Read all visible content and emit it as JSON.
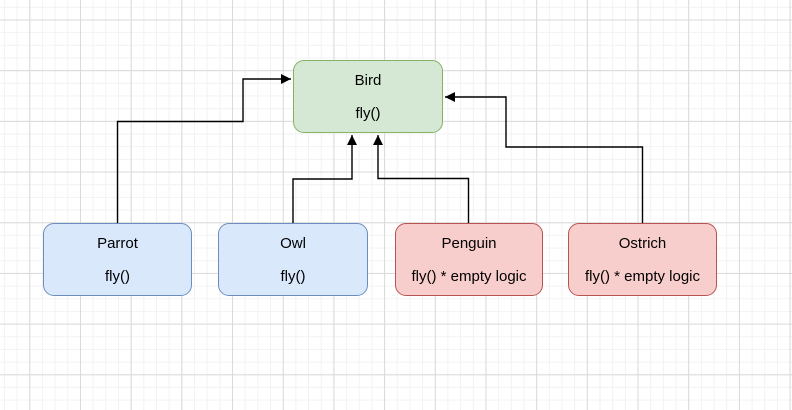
{
  "diagram": {
    "edge_color": "#000000",
    "nodes": [
      {
        "id": "bird",
        "title": "Bird",
        "method": "fly()",
        "fill": "#d5e8d4",
        "stroke": "#82b366"
      },
      {
        "id": "parrot",
        "title": "Parrot",
        "method": "fly()",
        "fill": "#dae8fc",
        "stroke": "#6c8ebf"
      },
      {
        "id": "owl",
        "title": "Owl",
        "method": "fly()",
        "fill": "#dae8fc",
        "stroke": "#6c8ebf"
      },
      {
        "id": "penguin",
        "title": "Penguin",
        "method": "fly() * empty logic",
        "fill": "#f8cecc",
        "stroke": "#b85450"
      },
      {
        "id": "ostrich",
        "title": "Ostrich",
        "method": "fly() * empty logic",
        "fill": "#f8cecc",
        "stroke": "#b85450"
      }
    ],
    "edges": [
      {
        "from": "Parrot",
        "to": "Bird"
      },
      {
        "from": "Owl",
        "to": "Bird"
      },
      {
        "from": "Penguin",
        "to": "Bird"
      },
      {
        "from": "Ostrich",
        "to": "Bird"
      }
    ]
  }
}
